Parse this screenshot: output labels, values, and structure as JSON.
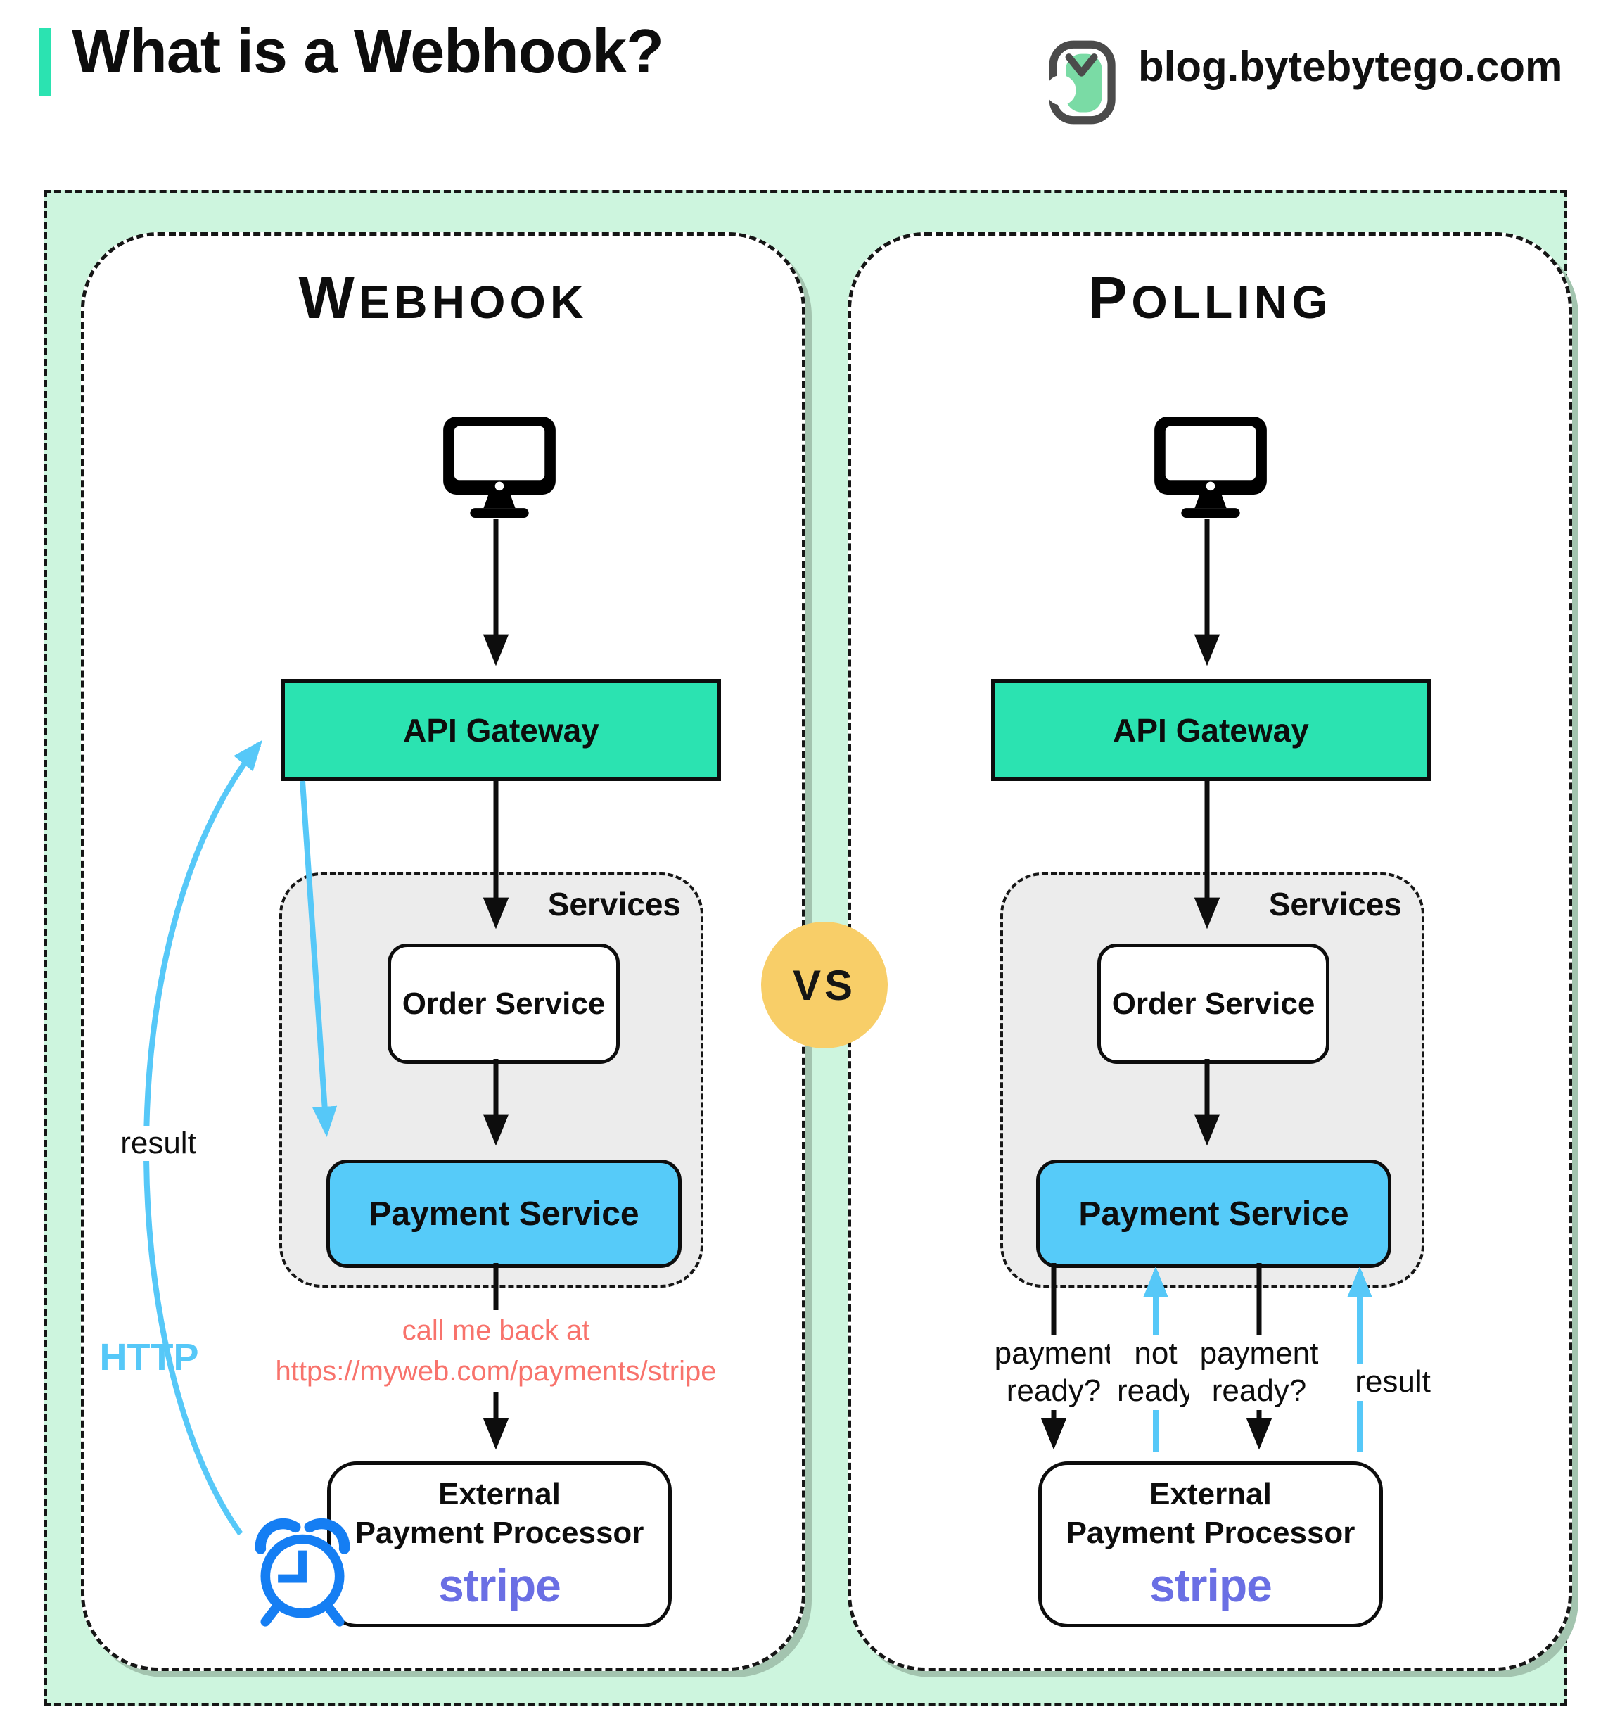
{
  "header": {
    "title": "What is a Webhook?",
    "site": "blog.bytebytego.com"
  },
  "vs": "VS",
  "webhook": {
    "title": "Webhook",
    "api_gateway": "API Gateway",
    "services": "Services",
    "order_service": "Order Service",
    "payment_service": "Payment Service",
    "external_line1": "External",
    "external_line2": "Payment Processor",
    "stripe": "stripe",
    "callback_line1": "call me back at",
    "callback_line2": "https://myweb.com/payments/stripe",
    "result": "result",
    "http": "HTTP"
  },
  "polling": {
    "title": "Polling",
    "api_gateway": "API Gateway",
    "services": "Services",
    "order_service": "Order Service",
    "payment_service": "Payment Service",
    "external_line1": "External",
    "external_line2": "Payment Processor",
    "stripe": "stripe",
    "labels": {
      "q1": "payment ready?",
      "not_ready": "not ready",
      "q2": "payment ready?",
      "result": "result"
    }
  },
  "colors": {
    "accent_teal": "#2BE3B1",
    "mint_background": "#CDF5DE",
    "services_gray": "#ececec",
    "payment_blue": "#56CBF9",
    "arrow_blue": "#56C8F8",
    "callback_salmon": "#F8736C",
    "vs_yellow": "#F8CE68",
    "stripe_purple": "#6A6FE4",
    "clock_blue": "#157EF3"
  }
}
